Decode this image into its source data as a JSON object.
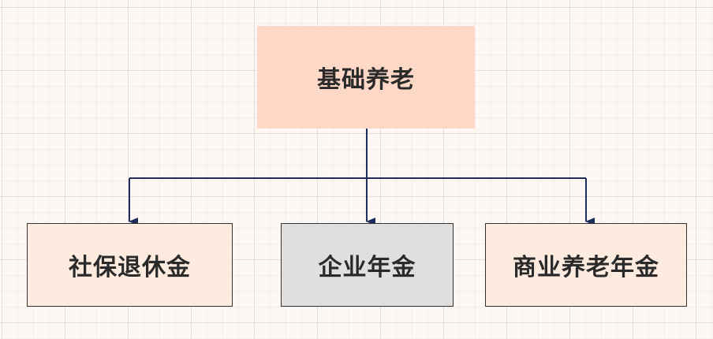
{
  "diagram": {
    "root": {
      "label": "基础养老"
    },
    "children": [
      {
        "label": "社保退休金"
      },
      {
        "label": "企业年金"
      },
      {
        "label": "商业养老年金"
      }
    ]
  },
  "colors": {
    "connector": "#1f2d5c",
    "root_fill": "#fed8c6",
    "child_fill": "#fdebe0",
    "child_highlight_fill": "#dfdfdf",
    "border": "#333333"
  }
}
